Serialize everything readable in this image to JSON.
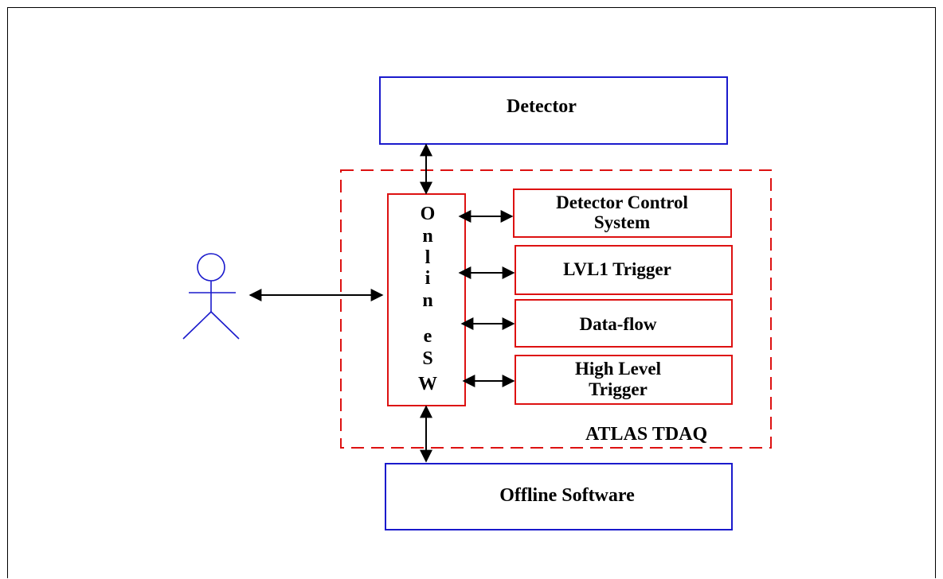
{
  "diagram": {
    "detector": "Detector",
    "offline": "Offline Software",
    "tdaq_label": "ATLAS TDAQ",
    "online_sw_letters": [
      "O",
      "n",
      "l",
      "i",
      "n",
      "e",
      "S",
      "W"
    ],
    "subsystems": [
      {
        "lines": [
          "Detector Control",
          "System"
        ]
      },
      {
        "lines": [
          "LVL1 Trigger"
        ]
      },
      {
        "lines": [
          "Data-flow"
        ]
      },
      {
        "lines": [
          "High Level",
          "Trigger"
        ]
      }
    ],
    "colors": {
      "blue_box": "#1a1acc",
      "red_box": "#dd1111",
      "actor": "#1a1acc",
      "arrow": "#000000"
    }
  }
}
